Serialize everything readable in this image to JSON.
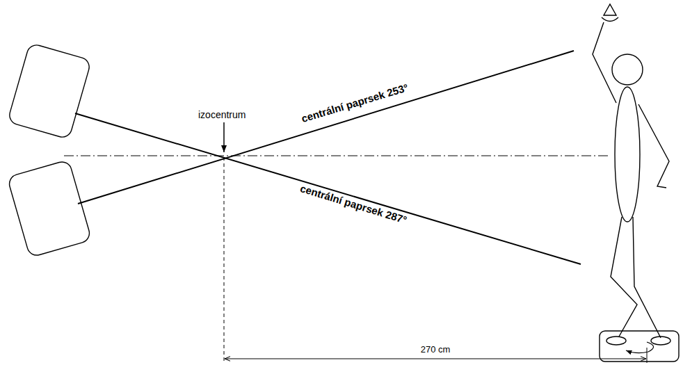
{
  "diagram": {
    "labels": [
      "izocentrum",
      "centrální paprsek 253°",
      "centrální paprsek 287°",
      "270 cm"
    ]
  }
}
